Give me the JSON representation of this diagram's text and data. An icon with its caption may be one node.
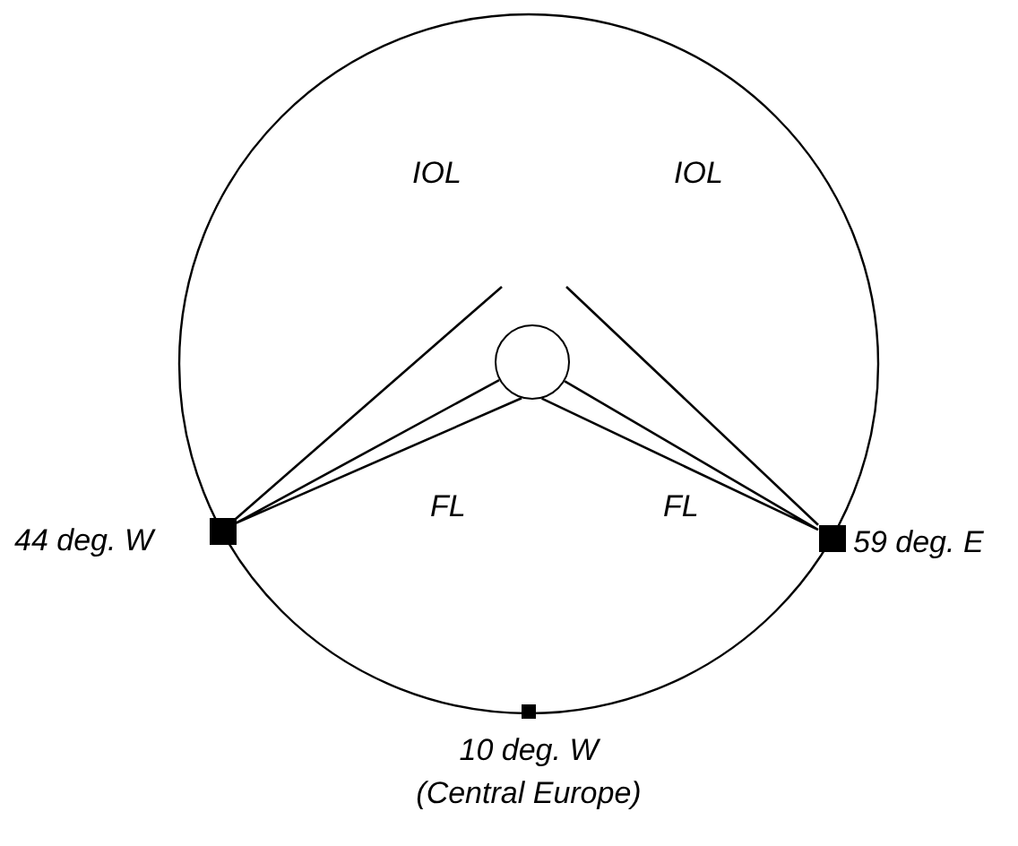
{
  "diagram": {
    "nodes": [
      {
        "text": [],
        "shape": "circle"
      },
      {
        "text": [],
        "shape": "box",
        "beside": [
          "44 deg. W"
        ]
      },
      {
        "text": [],
        "shape": "box",
        "beside": [
          "59 deg. E"
        ]
      },
      {
        "text": [],
        "shape": "box",
        "beside": [
          "10 deg. W",
          "(Central Europe)"
        ]
      }
    ],
    "edges": [
      {
        "from": 1,
        "to": null,
        "arrow": "none",
        "label": "IOL"
      },
      {
        "from": 2,
        "to": null,
        "arrow": "none",
        "label": "IOL"
      },
      {
        "from": 1,
        "to": 0,
        "arrow": "none",
        "label": "FL"
      },
      {
        "from": 2,
        "to": 0,
        "arrow": "none",
        "label": "FL"
      }
    ]
  }
}
